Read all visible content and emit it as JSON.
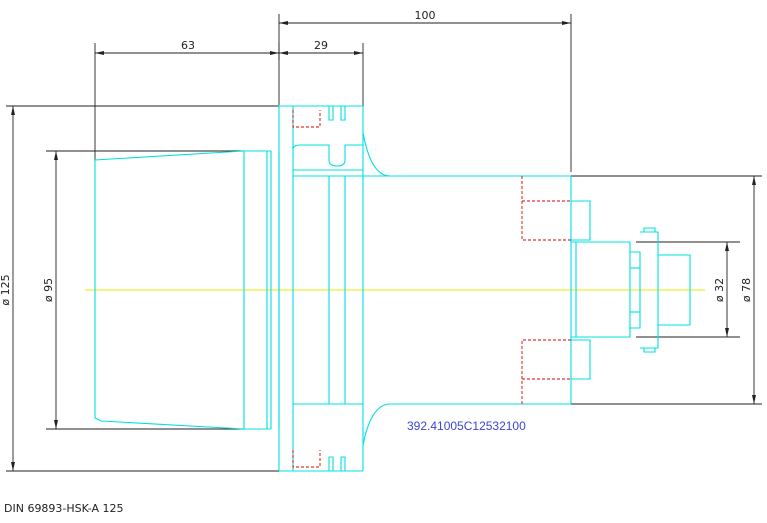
{
  "dimensions": {
    "length_100": "100",
    "length_63": "63",
    "length_29": "29",
    "dia_125": "ø 125",
    "dia_95": "ø 95",
    "dia_32": "ø 32",
    "dia_78": "ø 78"
  },
  "part_number": "392.41005C12532100",
  "standard": "DIN 69893-HSK-A 125",
  "colors": {
    "outline": "#00e0e0",
    "centerline": "#e8e800",
    "hidden": "#e00000",
    "dimension": "#222222",
    "part_number": "#3a46d8"
  }
}
